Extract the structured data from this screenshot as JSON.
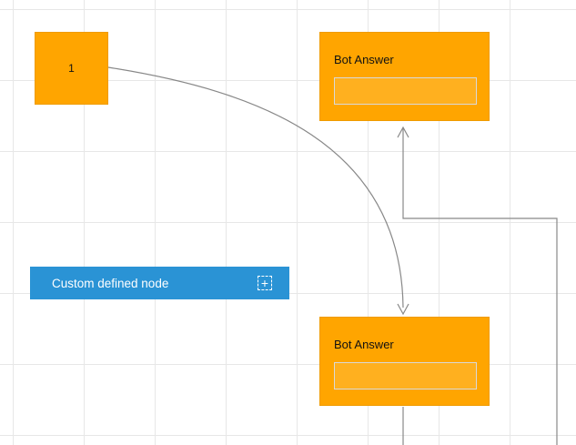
{
  "canvas": {
    "background": "#ffffff",
    "grid_color": "#e7e7e7"
  },
  "nodes": {
    "start": {
      "label": "1",
      "fill": "#ffa500"
    },
    "bot_answer_top": {
      "title": "Bot Answer",
      "fill": "#ffa500",
      "field_value": ""
    },
    "bot_answer_bottom": {
      "title": "Bot Answer",
      "fill": "#ffa500",
      "field_value": ""
    },
    "custom": {
      "label": "Custom defined node",
      "fill": "#2a93d5",
      "add_icon": "+"
    }
  },
  "connectors": {
    "color": "#888888"
  }
}
